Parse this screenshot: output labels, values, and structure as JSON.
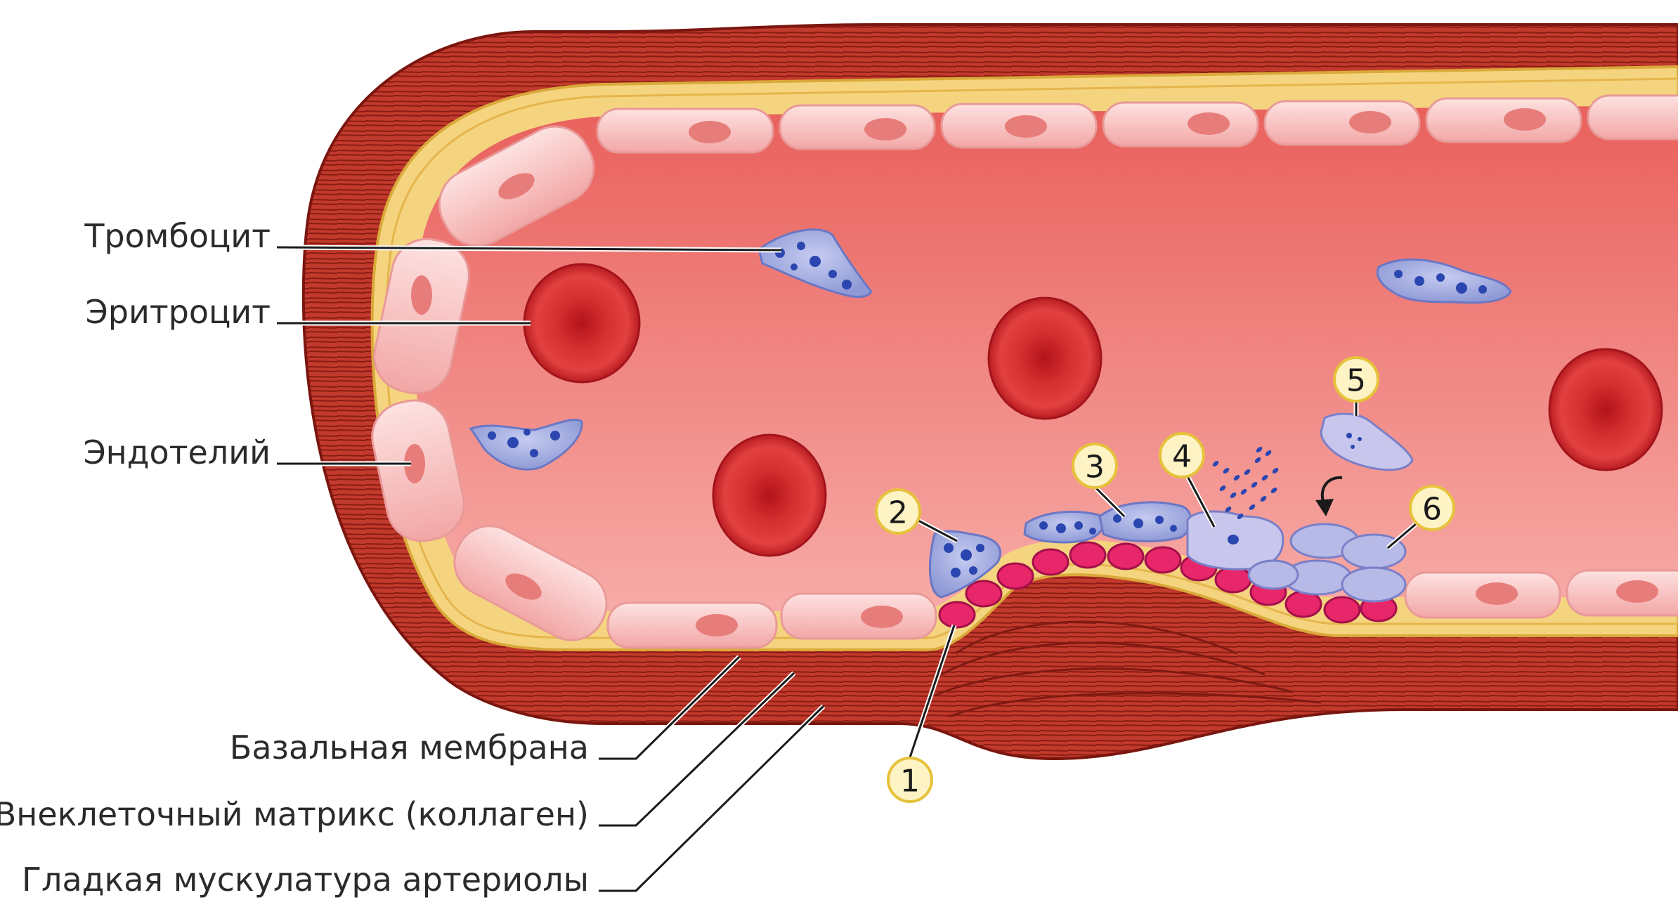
{
  "labels": {
    "platelet": "Тромбоцит",
    "erythrocyte": "Эритроцит",
    "endothelium": "Эндотелий",
    "basement_membrane": "Базальная мембрана",
    "extracellular_matrix": "Внеклеточный матрикс (коллаген)",
    "smooth_muscle": "Гладкая мускулатура артериолы"
  },
  "steps": [
    "1",
    "2",
    "3",
    "4",
    "5",
    "6"
  ],
  "colors": {
    "muscle": "#c0392b",
    "muscle_dark": "#8e1e15",
    "matrix": "#f7d98a",
    "endothelium": "#f4b6b4",
    "lumen": "#ee7b76",
    "erythrocyte": "#d42b2b",
    "platelet": "#9aa6dc",
    "collagen_exposed": "#e8266a",
    "badge": "#fdf3c4"
  }
}
